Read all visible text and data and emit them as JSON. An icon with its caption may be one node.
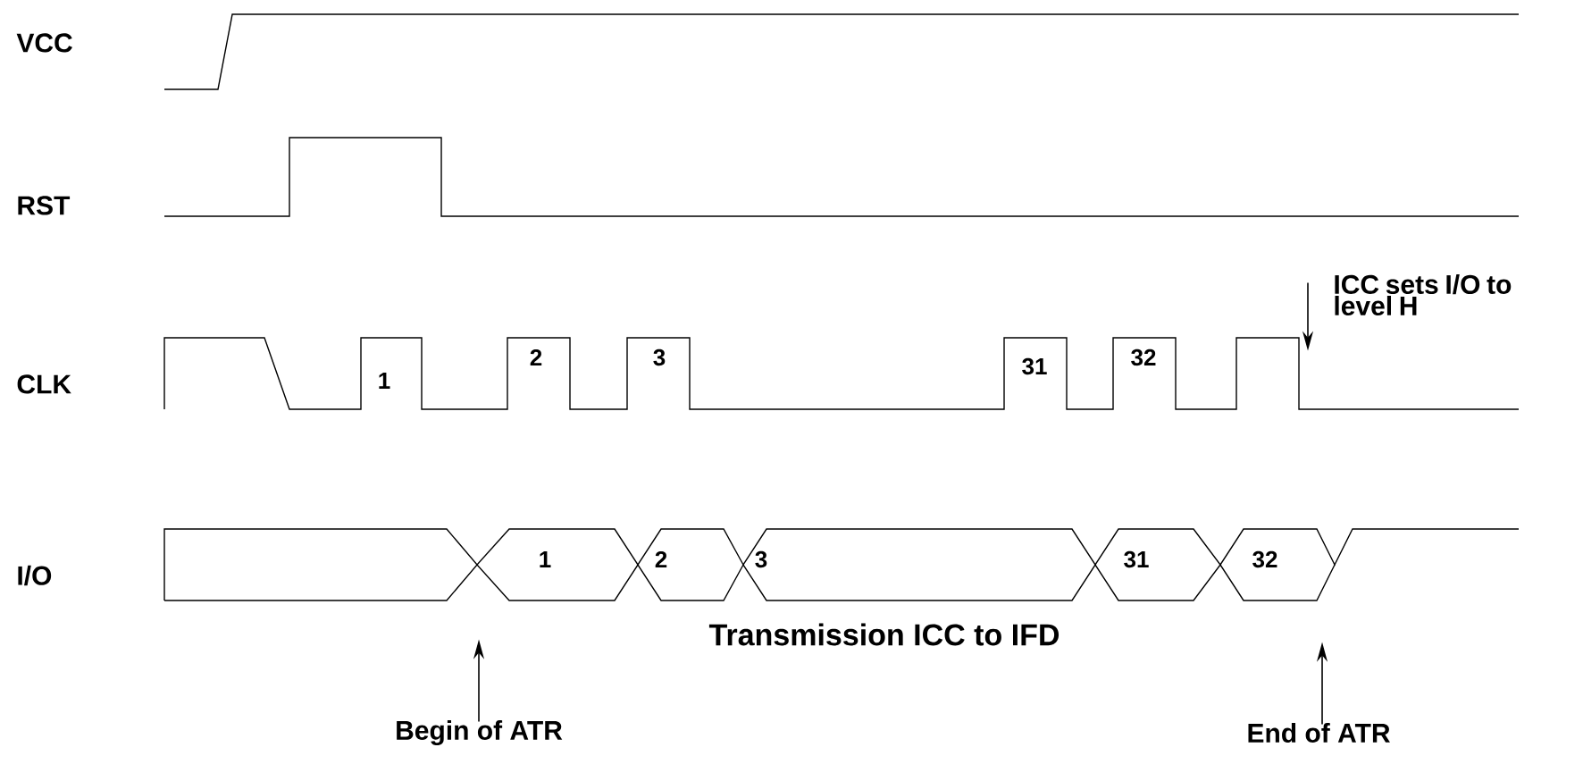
{
  "diagram": {
    "nodes": [
      {
        "text": [
          "ICC sets I/O to level H"
        ]
      },
      {
        "text": [
          "Begin of ATR"
        ]
      },
      {
        "text": [
          "End of ATR"
        ]
      }
    ],
    "edges": [
      {
        "from": 0,
        "to": null,
        "arrow": "to"
      },
      {
        "from": 1,
        "to": null,
        "arrow": "to"
      },
      {
        "from": 2,
        "to": null,
        "arrow": "to"
      }
    ],
    "labels": [
      "VCC",
      "RST",
      "CLK",
      "1",
      "2",
      "3",
      "31",
      "32",
      "I/O",
      "1",
      "2",
      "3",
      "31",
      "32",
      "Transmission ICC to IFD"
    ]
  }
}
